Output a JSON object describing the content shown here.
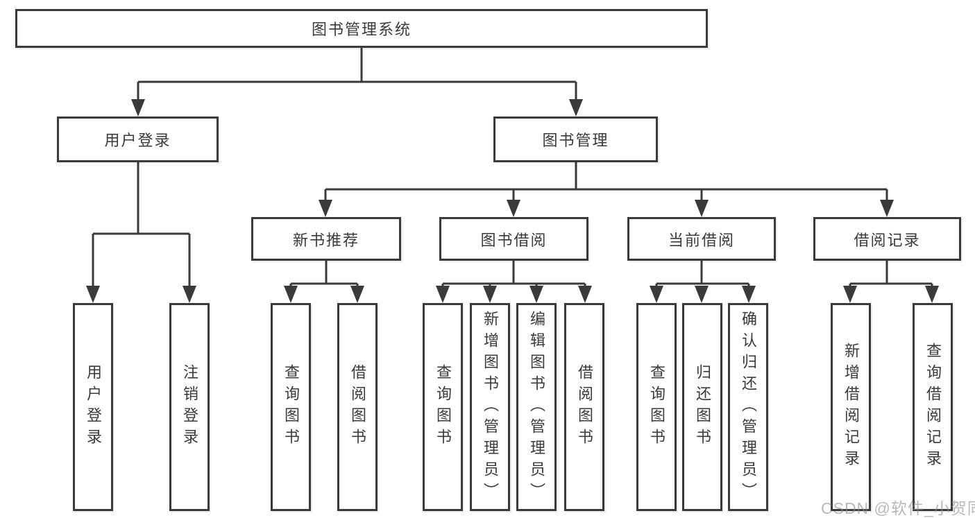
{
  "tree": {
    "label": "图书管理系统",
    "children": [
      {
        "label": "用户登录",
        "children": [
          {
            "label": "用户登录"
          },
          {
            "label": "注销登录"
          }
        ]
      },
      {
        "label": "图书管理",
        "children": [
          {
            "label": "新书推荐",
            "children": [
              {
                "label": "查询图书"
              },
              {
                "label": "借阅图书"
              }
            ]
          },
          {
            "label": "图书借阅",
            "children": [
              {
                "label": "查询图书"
              },
              {
                "label": "新增图书（管理员）"
              },
              {
                "label": "编辑图书（管理员）"
              },
              {
                "label": "借阅图书"
              }
            ]
          },
          {
            "label": "当前借阅",
            "children": [
              {
                "label": "查询图书"
              },
              {
                "label": "归还图书"
              },
              {
                "label": "确认归还（管理员）"
              }
            ]
          },
          {
            "label": "借阅记录",
            "children": [
              {
                "label": "新增借阅记录"
              },
              {
                "label": "查询借阅记录"
              }
            ]
          }
        ]
      }
    ]
  },
  "watermark": "CSDN @软件_小贺同学",
  "colors": {
    "line": "#3a3a3a",
    "text": "#3a3a3a",
    "background": "#ffffff",
    "watermark": "#8f8f8f"
  }
}
